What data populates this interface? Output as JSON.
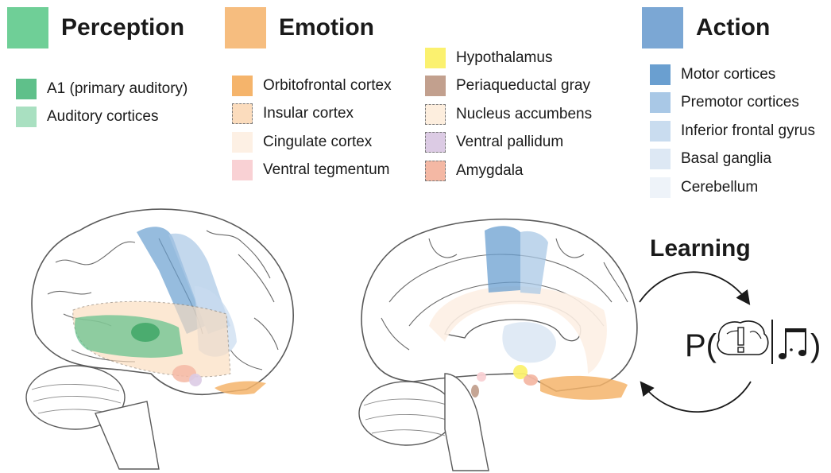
{
  "headers": {
    "perception": {
      "label": "Perception",
      "color": "#6fcf97"
    },
    "emotion": {
      "label": "Emotion",
      "color": "#f6bd7f"
    },
    "action": {
      "label": "Action",
      "color": "#7ba7d4"
    }
  },
  "perception_items": [
    {
      "label": "A1 (primary auditory)",
      "color": "#5fc08a",
      "dashed": false
    },
    {
      "label": "Auditory cortices",
      "color": "#a9e0c1",
      "dashed": false
    }
  ],
  "emotion_items_left": [
    {
      "label": "Orbitofrontal cortex",
      "color": "#f5b46b",
      "dashed": false
    },
    {
      "label": "Insular cortex",
      "color": "#fbdcbd",
      "dashed": true
    },
    {
      "label": "Cingulate cortex",
      "color": "#fdf0e4",
      "dashed": false
    },
    {
      "label": "Ventral tegmentum",
      "color": "#f9d1d4",
      "dashed": false
    }
  ],
  "emotion_items_right": [
    {
      "label": "Hypothalamus",
      "color": "#fbf16f",
      "dashed": false
    },
    {
      "label": "Periaqueductal gray",
      "color": "#c2a08e",
      "dashed": false
    },
    {
      "label": "Nucleus accumbens",
      "color": "#fdeede",
      "dashed": true
    },
    {
      "label": "Ventral pallidum",
      "color": "#dccbe4",
      "dashed": true
    },
    {
      "label": "Amygdala",
      "color": "#f4b8a4",
      "dashed": true
    }
  ],
  "action_items": [
    {
      "label": "Motor cortices",
      "color": "#6a9fd0",
      "dashed": false
    },
    {
      "label": "Premotor cortices",
      "color": "#a9c8e6",
      "dashed": false
    },
    {
      "label": "Inferior frontal gyrus",
      "color": "#c9dcef",
      "dashed": false
    },
    {
      "label": "Basal ganglia",
      "color": "#dde8f4",
      "dashed": false
    },
    {
      "label": "Cerebellum",
      "color": "#eef3f9",
      "dashed": false
    }
  ],
  "learning": {
    "label": "Learning",
    "formula_prefix": "P(",
    "formula_suffix": ")"
  }
}
